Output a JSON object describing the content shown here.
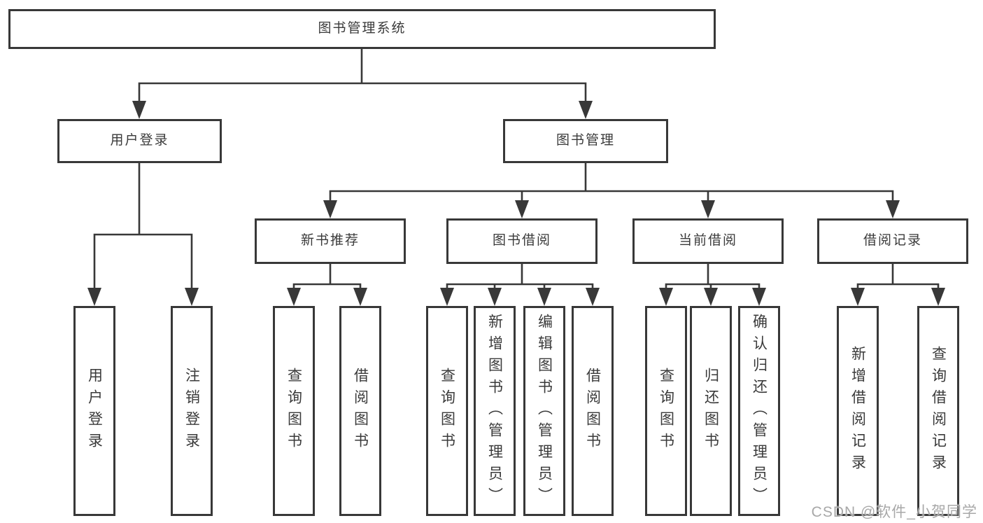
{
  "colors": {
    "line": "#383838",
    "text": "#3a3a3a",
    "bg": "#ffffff",
    "watermark": "#a8a8a8"
  },
  "diagram": {
    "type": "hierarchy-tree",
    "tree": {
      "label": "图书管理系统",
      "children": [
        {
          "label": "用户登录",
          "children": [
            {
              "label": "用户登录"
            },
            {
              "label": "注销登录"
            }
          ]
        },
        {
          "label": "图书管理",
          "children": [
            {
              "label": "新书推荐",
              "children": [
                {
                  "label": "查询图书"
                },
                {
                  "label": "借阅图书"
                }
              ]
            },
            {
              "label": "图书借阅",
              "children": [
                {
                  "label": "查询图书"
                },
                {
                  "label": "新增图书（管理员）"
                },
                {
                  "label": "编辑图书（管理员）"
                },
                {
                  "label": "借阅图书"
                }
              ]
            },
            {
              "label": "当前借阅",
              "children": [
                {
                  "label": "查询图书"
                },
                {
                  "label": "归还图书"
                },
                {
                  "label": "确认归还（管理员）"
                }
              ]
            },
            {
              "label": "借阅记录",
              "children": [
                {
                  "label": "新增借阅记录"
                },
                {
                  "label": "查询借阅记录"
                }
              ]
            }
          ]
        }
      ]
    }
  },
  "watermark": {
    "text": "CSDN @软件_小贺同学"
  }
}
